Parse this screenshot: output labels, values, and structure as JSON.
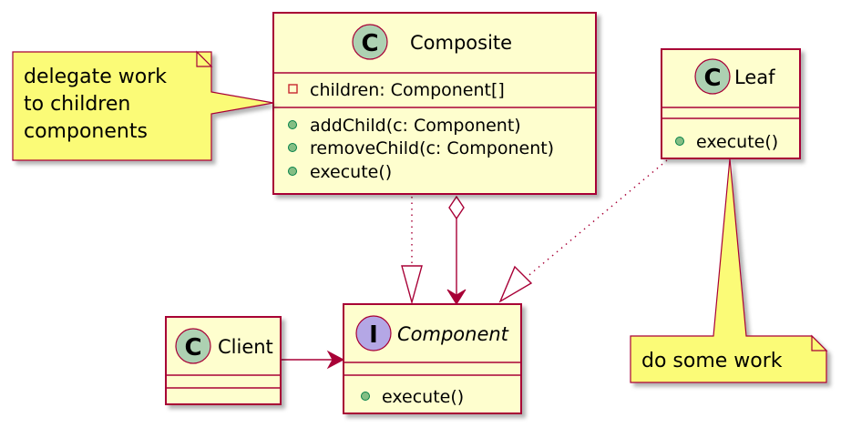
{
  "colors": {
    "class_fill": "#FEFECE",
    "class_border": "#A80036",
    "note_fill": "#FBFB77",
    "circle_class": "#ADD1B2",
    "circle_interface": "#B4A7E5",
    "public_dot": "#84BE84",
    "private_square": "#C82930"
  },
  "classes": {
    "composite": {
      "stereotype_letter": "C",
      "name": "Composite",
      "fields": [
        "children: Component[]"
      ],
      "methods": [
        "addChild(c: Component)",
        "removeChild(c: Component)",
        "execute()"
      ]
    },
    "leaf": {
      "stereotype_letter": "C",
      "name": "Leaf",
      "methods": [
        "execute()"
      ]
    },
    "client": {
      "stereotype_letter": "C",
      "name": "Client"
    },
    "component": {
      "stereotype_letter": "I",
      "name": "Component",
      "methods": [
        "execute()"
      ]
    }
  },
  "notes": {
    "composite_note": [
      "delegate work",
      "to children",
      "components"
    ],
    "leaf_note": [
      "do some work"
    ]
  }
}
